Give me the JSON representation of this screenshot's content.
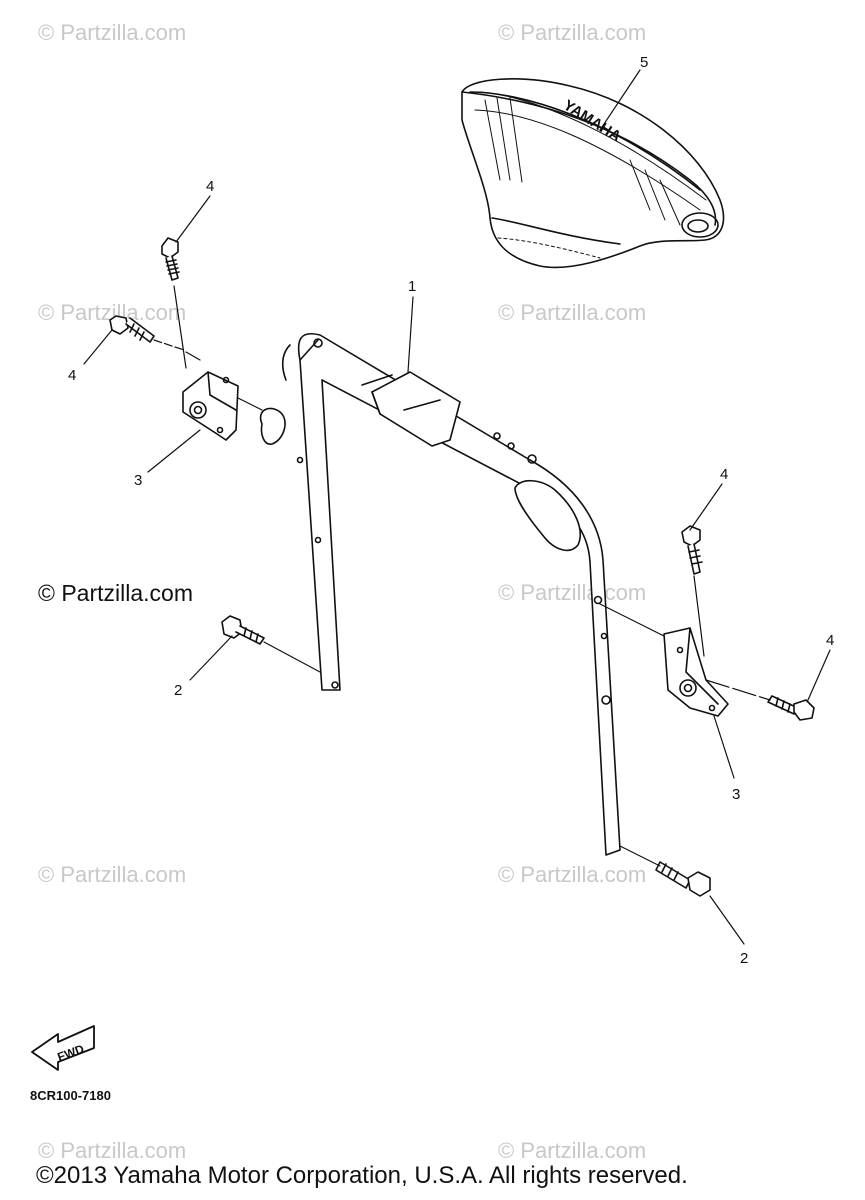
{
  "watermarks": [
    "© Partzilla.com",
    "© Partzilla.com",
    "© Partzilla.com",
    "© Partzilla.com",
    "© Partzilla.com",
    "© Partzilla.com",
    "© Partzilla.com",
    "© Partzilla.com",
    "© Partzilla.com"
  ],
  "main_watermark": "© Partzilla.com",
  "callouts": {
    "c1": "1",
    "c2a": "2",
    "c2b": "2",
    "c3a": "3",
    "c3b": "3",
    "c4a": "4",
    "c4b": "4",
    "c4c": "4",
    "c4d": "4",
    "c5": "5"
  },
  "fwd_label": "FWD",
  "seat_text": "YAMAHA",
  "diagram_code": "8CR100-7180",
  "copyright": "©2013 Yamaha Motor Corporation, U.S.A. All rights reserved."
}
